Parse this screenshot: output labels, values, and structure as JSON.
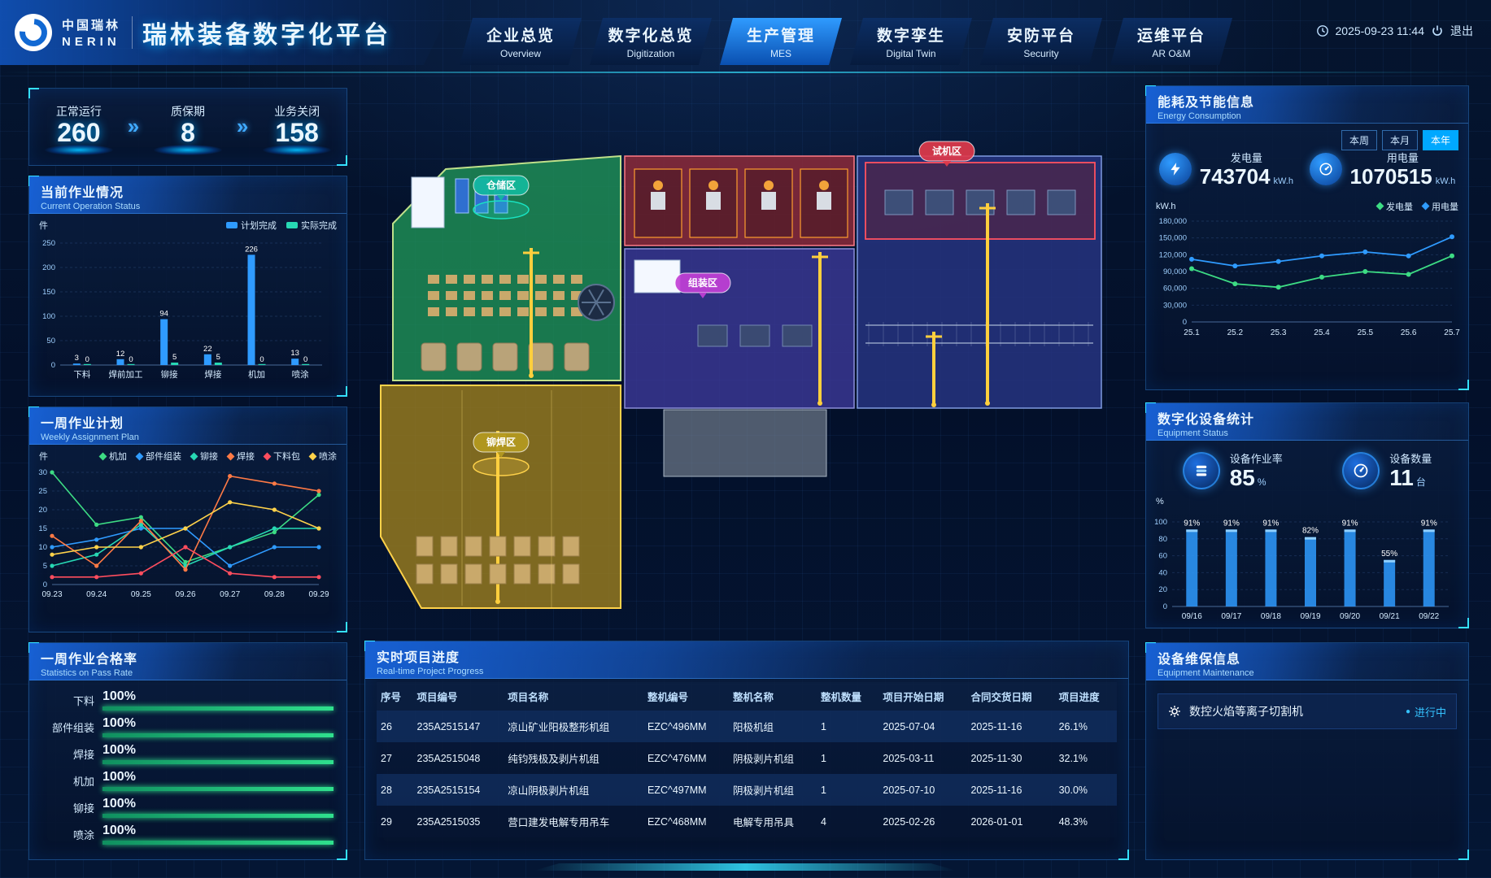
{
  "header": {
    "logo_cn": "中国瑞林",
    "logo_en": "NERIN",
    "title": "瑞林装备数字化平台",
    "nav": [
      {
        "cn": "企业总览",
        "en": "Overview",
        "active": false
      },
      {
        "cn": "数字化总览",
        "en": "Digitization",
        "active": false
      },
      {
        "cn": "生产管理",
        "en": "MES",
        "active": true
      },
      {
        "cn": "数字孪生",
        "en": "Digital Twin",
        "active": false
      },
      {
        "cn": "安防平台",
        "en": "Security",
        "active": false
      },
      {
        "cn": "运维平台",
        "en": "AR O&M",
        "active": false
      }
    ],
    "datetime": "2025-09-23 11:44",
    "exit_label": "退出"
  },
  "status_cards": [
    {
      "label": "正常运行",
      "value": "260"
    },
    {
      "label": "质保期",
      "value": "8"
    },
    {
      "label": "业务关闭",
      "value": "158"
    }
  ],
  "panels": {
    "operation": {
      "title_cn": "当前作业情况",
      "title_en": "Current Operation Status",
      "unit": "件",
      "legend": [
        {
          "label": "计划完成",
          "color": "#2f9bff"
        },
        {
          "label": "实际完成",
          "color": "#27d8b4"
        }
      ],
      "chart_data": {
        "type": "bar",
        "categories": [
          "下料",
          "焊前加工",
          "铆接",
          "焊接",
          "机加",
          "喷涂"
        ],
        "series": [
          {
            "name": "计划完成",
            "color": "#2f9bff",
            "values": [
              3,
              12,
              94,
              22,
              226,
              13
            ]
          },
          {
            "name": "实际完成",
            "color": "#27d8b4",
            "values": [
              0,
              0,
              5,
              5,
              0,
              0
            ]
          }
        ],
        "ylim": [
          0,
          250
        ],
        "ystep": 50
      }
    },
    "weekly": {
      "title_cn": "一周作业计划",
      "title_en": "Weekly Assignment Plan",
      "unit": "件",
      "chart_data": {
        "type": "line",
        "x": [
          "09.23",
          "09.24",
          "09.25",
          "09.26",
          "09.27",
          "09.28",
          "09.29"
        ],
        "series": [
          {
            "name": "机加",
            "color": "#3ddc84",
            "values": [
              30,
              16,
              18,
              6,
              10,
              14,
              24
            ]
          },
          {
            "name": "部件组装",
            "color": "#2f9bff",
            "values": [
              10,
              12,
              15,
              15,
              5,
              10,
              10
            ]
          },
          {
            "name": "铆接",
            "color": "#27d8b4",
            "values": [
              5,
              8,
              16,
              5,
              10,
              15,
              15
            ]
          },
          {
            "name": "焊接",
            "color": "#ff7a45",
            "values": [
              13,
              5,
              17,
              4,
              29,
              27,
              25
            ]
          },
          {
            "name": "下料包",
            "color": "#ff4d5e",
            "values": [
              2,
              2,
              3,
              10,
              3,
              2,
              2
            ]
          },
          {
            "name": "喷涂",
            "color": "#ffd24a",
            "values": [
              8,
              10,
              10,
              15,
              22,
              20,
              15
            ]
          }
        ],
        "ylim": [
          0,
          30
        ],
        "ystep": 5
      }
    },
    "pass_rate": {
      "title_cn": "一周作业合格率",
      "title_en": "Statistics on Pass Rate",
      "rows": [
        {
          "label": "下料",
          "value": "100%",
          "pct": 100
        },
        {
          "label": "部件组装",
          "value": "100%",
          "pct": 100
        },
        {
          "label": "焊接",
          "value": "100%",
          "pct": 100
        },
        {
          "label": "机加",
          "value": "100%",
          "pct": 100
        },
        {
          "label": "铆接",
          "value": "100%",
          "pct": 100
        },
        {
          "label": "喷涂",
          "value": "100%",
          "pct": 100
        }
      ]
    },
    "energy": {
      "title_cn": "能耗及节能信息",
      "title_en": "Energy Consumption",
      "tabs": [
        {
          "label": "本周",
          "active": false
        },
        {
          "label": "本月",
          "active": false
        },
        {
          "label": "本年",
          "active": true
        }
      ],
      "stats": [
        {
          "label": "发电量",
          "value": "743704",
          "unit": "kW.h"
        },
        {
          "label": "用电量",
          "value": "1070515",
          "unit": "kW.h"
        }
      ],
      "unit": "kW.h",
      "chart_data": {
        "type": "line",
        "x": [
          "25.1",
          "25.2",
          "25.3",
          "25.4",
          "25.5",
          "25.6",
          "25.7"
        ],
        "series": [
          {
            "name": "发电量",
            "color": "#3ddc84",
            "values": [
              95000,
              68000,
              62000,
              80000,
              90000,
              85000,
              118000
            ]
          },
          {
            "name": "用电量",
            "color": "#2f9bff",
            "values": [
              112000,
              100000,
              108000,
              118000,
              125000,
              118000,
              152000
            ]
          }
        ],
        "ylim": [
          0,
          180000
        ],
        "ystep": 30000
      }
    },
    "equipment": {
      "title_cn": "数字化设备统计",
      "title_en": "Equipment Status",
      "stats": [
        {
          "label": "设备作业率",
          "value": "85",
          "unit": "%"
        },
        {
          "label": "设备数量",
          "value": "11",
          "unit": "台"
        }
      ],
      "unit": "%",
      "chart_data": {
        "type": "bar",
        "categories": [
          "09/16",
          "09/17",
          "09/18",
          "09/19",
          "09/20",
          "09/21",
          "09/22"
        ],
        "values": [
          91,
          91,
          91,
          82,
          91,
          55,
          91
        ],
        "labels": [
          "91%",
          "91%",
          "91%",
          "82%",
          "91%",
          "55%",
          "91%"
        ],
        "ylim": [
          0,
          100
        ],
        "ystep": 20,
        "color": "#2f9bff"
      }
    },
    "maintenance": {
      "title_cn": "设备维保信息",
      "title_en": "Equipment Maintenance",
      "items": [
        {
          "name": "数控火焰等离子切割机",
          "status": "进行中"
        }
      ]
    },
    "projects": {
      "title_cn": "实时项目进度",
      "title_en": "Real-time Project Progress",
      "headers": [
        "序号",
        "项目编号",
        "项目名称",
        "整机编号",
        "整机名称",
        "整机数量",
        "项目开始日期",
        "合同交货日期",
        "项目进度"
      ],
      "rows": [
        [
          "26",
          "235A2515147",
          "凉山矿业阳极整形机组",
          "EZC^496MM",
          "阳极机组",
          "1",
          "2025-07-04",
          "2025-11-16",
          "26.1%"
        ],
        [
          "27",
          "235A2515048",
          "纯钧残极及剥片机组",
          "EZC^476MM",
          "阴极剥片机组",
          "1",
          "2025-03-11",
          "2025-11-30",
          "32.1%"
        ],
        [
          "28",
          "235A2515154",
          "凉山阴极剥片机组",
          "EZC^497MM",
          "阴极剥片机组",
          "1",
          "2025-07-10",
          "2025-11-16",
          "30.0%"
        ],
        [
          "29",
          "235A2515035",
          "营口建发电解专用吊车",
          "EZC^468MM",
          "电解专用吊具",
          "4",
          "2025-02-26",
          "2026-01-01",
          "48.3%"
        ]
      ]
    },
    "map": {
      "zones": [
        {
          "label": "仓储区",
          "color": "#12b89c"
        },
        {
          "label": "组装区",
          "color": "#c13fd6"
        },
        {
          "label": "铆焊区",
          "color": "#b49a20"
        },
        {
          "label": "试机区",
          "color": "#e0394b"
        }
      ]
    }
  }
}
